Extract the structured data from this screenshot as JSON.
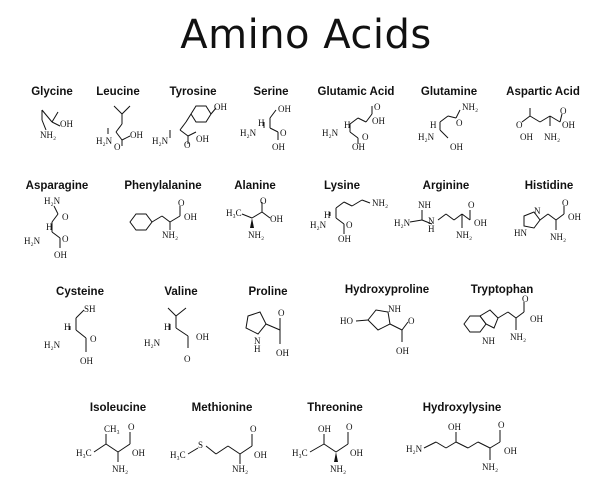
{
  "title": "Amino Acids",
  "amino_acids": [
    {
      "name": "Glycine"
    },
    {
      "name": "Leucine"
    },
    {
      "name": "Tyrosine"
    },
    {
      "name": "Serine"
    },
    {
      "name": "Glutamic Acid"
    },
    {
      "name": "Glutamine"
    },
    {
      "name": "Aspartic Acid"
    },
    {
      "name": "Asparagine"
    },
    {
      "name": "Phenylalanine"
    },
    {
      "name": "Alanine"
    },
    {
      "name": "Lysine"
    },
    {
      "name": "Arginine"
    },
    {
      "name": "Histidine"
    },
    {
      "name": "Cysteine"
    },
    {
      "name": "Valine"
    },
    {
      "name": "Proline"
    },
    {
      "name": "Hydroxyproline"
    },
    {
      "name": "Tryptophan"
    },
    {
      "name": "Isoleucine"
    },
    {
      "name": "Methionine"
    },
    {
      "name": "Threonine"
    },
    {
      "name": "Hydroxylysine"
    }
  ],
  "labels": {
    "OH": "OH",
    "O": "O",
    "NH2": "NH₂",
    "H2N": "H₂N",
    "H": "H",
    "NH": "NH",
    "N": "N",
    "HN": "HN",
    "H3C": "H₃C",
    "CH3": "CH₃",
    "S": "S",
    "SH": "SH",
    "HO": "HO"
  }
}
